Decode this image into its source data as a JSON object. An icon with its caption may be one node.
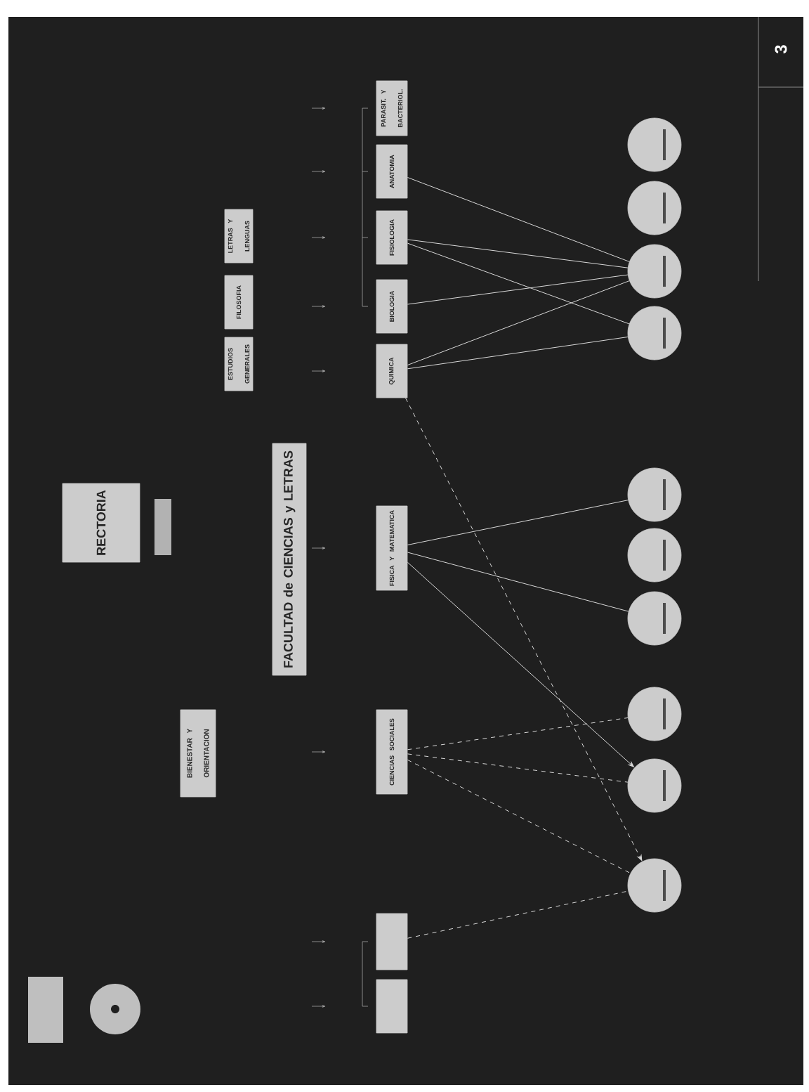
{
  "diagram": {
    "nodes": [
      {
        "text": [
          "RECTORIA"
        ]
      },
      {
        "text": [
          "FACULTAD de CIENCIAS y LETRAS"
        ]
      },
      {
        "text": [
          "BIENESTAR Y ORIENTACION"
        ]
      },
      {
        "text": [
          "ESTUDIOS GENERALES"
        ]
      },
      {
        "text": [
          "FILOSOFIA"
        ]
      },
      {
        "text": [
          "LETRAS Y LENGUAS"
        ]
      },
      {
        "text": [
          "PARASIT. Y BACTERIOL."
        ]
      },
      {
        "text": [
          "ANATOMIA"
        ]
      },
      {
        "text": [
          "FISIOLOGIA"
        ]
      },
      {
        "text": [
          "BIOLOGIA"
        ]
      },
      {
        "text": [
          "QUIMICA"
        ]
      },
      {
        "text": [
          "FISICA Y MATEMATICA"
        ]
      },
      {
        "text": [
          "CIENCIAS SOCIALES"
        ]
      },
      {
        "text": [],
        "shape": "box"
      },
      {
        "text": [],
        "shape": "box"
      },
      {
        "text": [],
        "shape": "circle"
      },
      {
        "text": [],
        "shape": "circle"
      },
      {
        "text": [],
        "shape": "circle"
      },
      {
        "text": [],
        "shape": "circle"
      },
      {
        "text": [],
        "shape": "circle"
      },
      {
        "text": [],
        "shape": "circle"
      },
      {
        "text": [],
        "shape": "circle"
      },
      {
        "text": [],
        "shape": "circle"
      },
      {
        "text": [],
        "shape": "circle"
      },
      {
        "text": [],
        "shape": "circle"
      }
    ],
    "edges": [
      {
        "from": 10,
        "to": 17,
        "arrow": "none"
      },
      {
        "from": 10,
        "to": 18,
        "arrow": "none"
      },
      {
        "from": 9,
        "to": 17,
        "arrow": "none"
      },
      {
        "from": 8,
        "to": 17,
        "arrow": "none"
      },
      {
        "from": 8,
        "to": 18,
        "arrow": "none"
      },
      {
        "from": 7,
        "to": 17,
        "arrow": "none"
      },
      {
        "from": 11,
        "to": 19,
        "arrow": "none"
      },
      {
        "from": 11,
        "to": 21,
        "arrow": "none"
      },
      {
        "from": 11,
        "to": 23,
        "arrow": "to"
      },
      {
        "from": 10,
        "to": 24,
        "arrow": "to",
        "style": "dashed"
      },
      {
        "from": 12,
        "to": 22,
        "arrow": "none",
        "style": "dashed"
      },
      {
        "from": 12,
        "to": 23,
        "arrow": "none",
        "style": "dashed"
      },
      {
        "from": 12,
        "to": 24,
        "arrow": "none",
        "style": "dashed"
      },
      {
        "from": 13,
        "to": 24,
        "arrow": "none",
        "style": "dashed"
      }
    ],
    "labels": [
      "3"
    ]
  }
}
